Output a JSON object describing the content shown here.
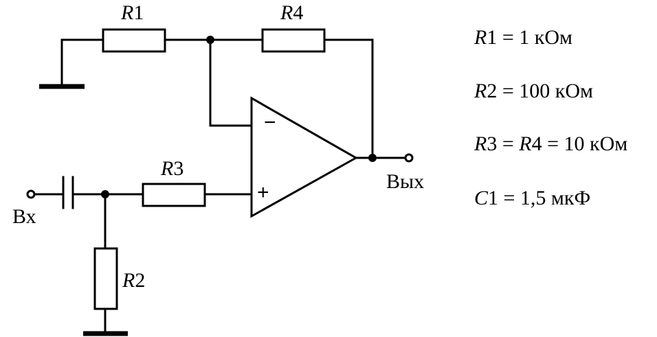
{
  "components": {
    "R1": {
      "symbol": "R",
      "index": "1"
    },
    "R2": {
      "symbol": "R",
      "index": "2"
    },
    "R3": {
      "symbol": "R",
      "index": "3"
    },
    "R4": {
      "symbol": "R",
      "index": "4"
    }
  },
  "opamp": {
    "minus": "−",
    "plus": "+"
  },
  "terminals": {
    "input": "Вх",
    "output": "Вых"
  },
  "parameters": [
    {
      "parts": [
        {
          "t": "R",
          "i": true
        },
        {
          "t": "1 = 1 кОм",
          "i": false
        }
      ]
    },
    {
      "parts": [
        {
          "t": "R",
          "i": true
        },
        {
          "t": "2 = 100 кОм",
          "i": false
        }
      ]
    },
    {
      "parts": [
        {
          "t": "R",
          "i": true
        },
        {
          "t": "3 = ",
          "i": false
        },
        {
          "t": "R",
          "i": true
        },
        {
          "t": "4 = 10 кОм",
          "i": false
        }
      ]
    },
    {
      "parts": [
        {
          "t": "C",
          "i": true
        },
        {
          "t": "1 = 1,5 мкФ",
          "i": false
        }
      ]
    }
  ]
}
